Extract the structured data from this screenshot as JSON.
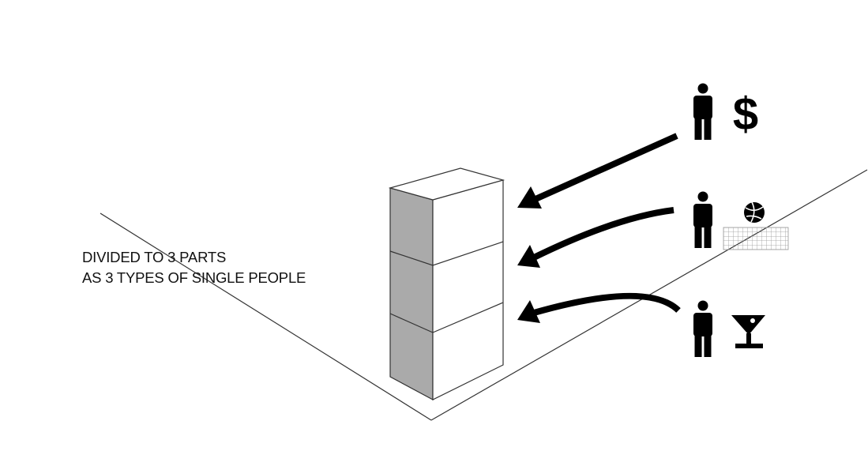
{
  "caption": {
    "line1": "DIVIDED TO 3 PARTS",
    "line2": "AS 3 TYPES OF SINGLE PEOPLE"
  },
  "building": {
    "parts": 3,
    "side_color": "#aaaaaa",
    "face_color": "#ffffff",
    "line_color": "#333333"
  },
  "people_types": [
    {
      "person_icon": "person-icon",
      "symbol_icon": "dollar-icon",
      "symbol_text": "$"
    },
    {
      "person_icon": "person-icon",
      "symbol_icon": "volleyball-net-icon"
    },
    {
      "person_icon": "person-icon",
      "symbol_icon": "cocktail-glass-icon"
    }
  ],
  "colors": {
    "background": "#ffffff",
    "ink": "#000000",
    "ground_line": "#333333",
    "net_grid": "#999999"
  }
}
